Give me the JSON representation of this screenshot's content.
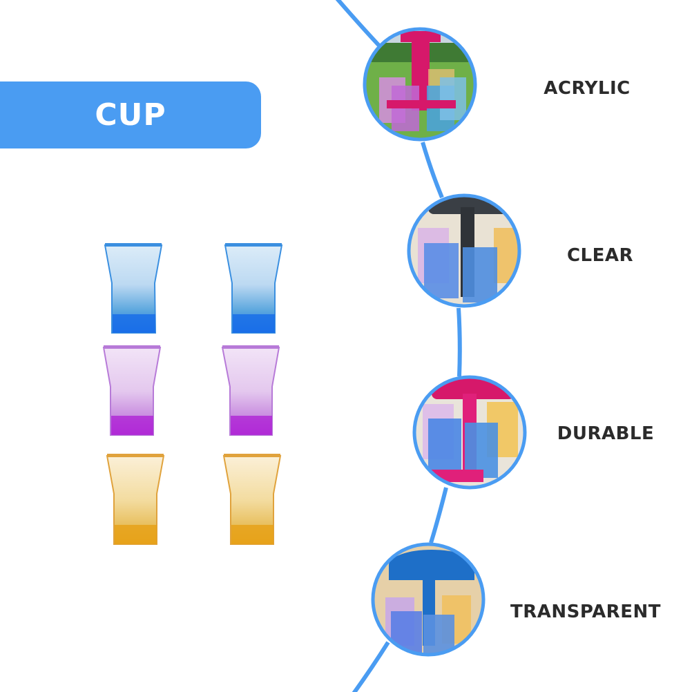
{
  "banner": {
    "title": "CUP",
    "color": "#4a9cf2"
  },
  "accent_color": "#4a9cf2",
  "text_color": "#2b2b2b",
  "glasses": {
    "rows": [
      {
        "color_name": "blue",
        "rim": "#3a8fe0",
        "base": "#1a6fe8",
        "tint": "#bcd9f2"
      },
      {
        "color_name": "purple",
        "rim": "#b77ad8",
        "base": "#b02ad6",
        "tint": "#e8cfef"
      },
      {
        "color_name": "amber",
        "rim": "#e0a23c",
        "base": "#e6a21a",
        "tint": "#f5e2b0"
      }
    ],
    "count": 6
  },
  "features": [
    {
      "label": "ACRYLIC",
      "image": "shot-dispenser-pink-on-grass-photo"
    },
    {
      "label": "CLEAR",
      "image": "shot-dispenser-black-pouring-photo"
    },
    {
      "label": "DURABLE",
      "image": "shot-dispenser-pink-pouring-photo"
    },
    {
      "label": "TRANSPARENT",
      "image": "shot-dispenser-blue-pouring-photo"
    }
  ]
}
